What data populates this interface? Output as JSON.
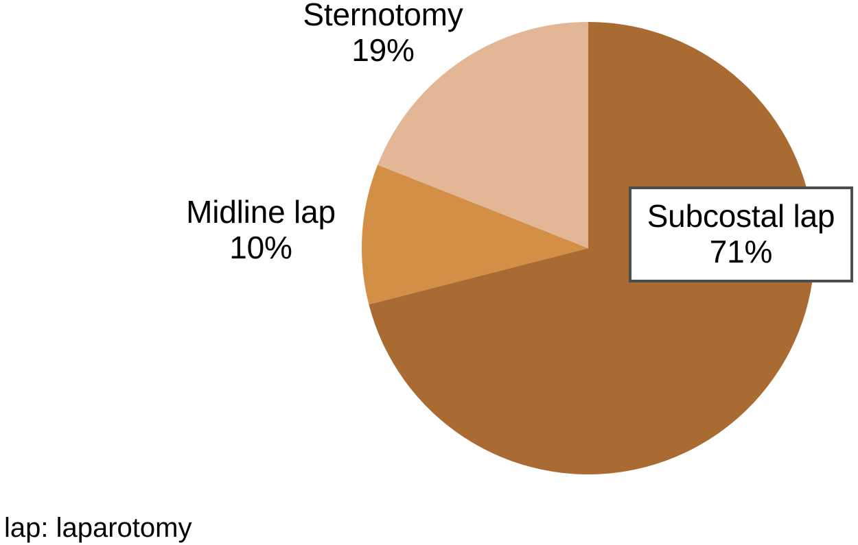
{
  "chart_data": {
    "type": "pie",
    "title": "",
    "subtitle": "",
    "xlabel": "",
    "ylabel": "",
    "legend_position": "none",
    "grid": false,
    "units": "percent",
    "total": 100,
    "start_angle_deg": 0,
    "direction": "clockwise",
    "categories": [
      "Subcostal lap",
      "Midline lap",
      "Sternotomy"
    ],
    "values": [
      71,
      10,
      19
    ],
    "slices": [
      {
        "label": "Subcostal lap",
        "value": 71,
        "value_text": "71%",
        "color": "#A96B32",
        "start_deg": 0,
        "end_deg": 255.6,
        "label_style": "boxed",
        "label_box_fill": "#FFFFFF",
        "label_box_border": "#4D4D4D"
      },
      {
        "label": "Midline lap",
        "value": 10,
        "value_text": "10%",
        "color": "#D48F46",
        "start_deg": 255.6,
        "end_deg": 291.6,
        "label_style": "outside"
      },
      {
        "label": "Sternotomy",
        "value": 19,
        "value_text": "19%",
        "color": "#E3B695",
        "start_deg": 291.6,
        "end_deg": 360.0,
        "label_style": "outside"
      }
    ],
    "annotations": [
      "lap: laparotomy"
    ]
  },
  "labels": {
    "sternotomy": {
      "name": "Sternotomy",
      "value": "19%"
    },
    "midline": {
      "name": "Midline lap",
      "value": "10%"
    },
    "subcostal": {
      "name": "Subcostal lap",
      "value": "71%"
    }
  },
  "footnote": {
    "text": "lap: laparotomy"
  },
  "colors": {
    "subcostal": "#A96B32",
    "midline": "#D48F46",
    "sternotomy": "#E3B695",
    "label_box_border": "#4D4D4D",
    "background": "#FFFFFF",
    "text": "#000000"
  }
}
